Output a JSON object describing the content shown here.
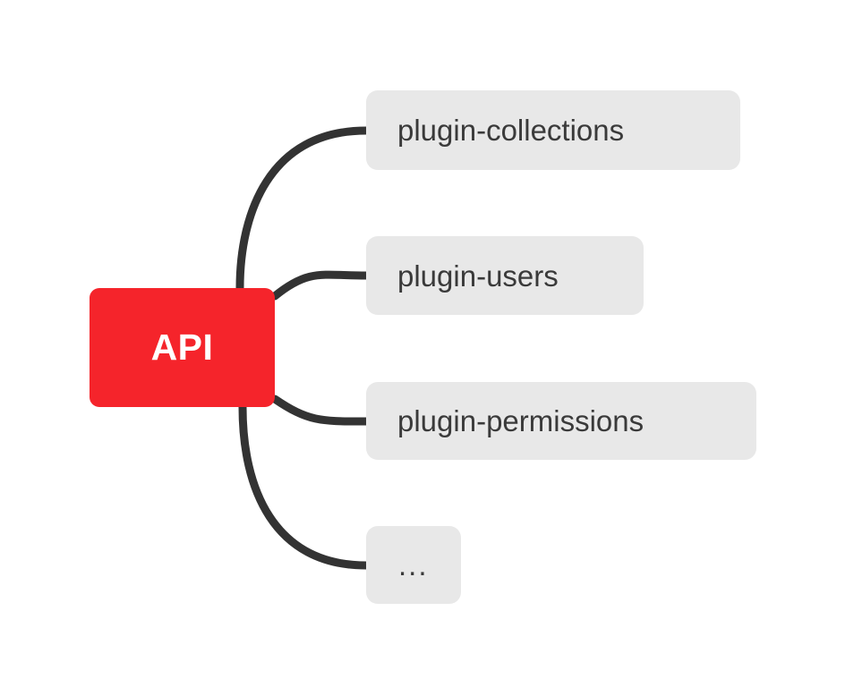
{
  "diagram": {
    "type": "mindmap",
    "background_color": "#FFFFFF",
    "root": {
      "label": "API",
      "fill": "#F5242B",
      "text_color": "#FFFFFF"
    },
    "edge_color": "#333333",
    "node_fill": "#E8E8E8",
    "node_text_color": "#3A3A3A",
    "children": [
      {
        "label": "plugin-collections"
      },
      {
        "label": "plugin-users"
      },
      {
        "label": "plugin-permissions"
      },
      {
        "label": "..."
      }
    ]
  }
}
